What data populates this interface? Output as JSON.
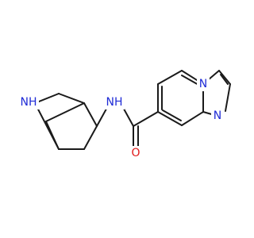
{
  "molecule": {
    "atoms": {
      "N_bicyclic": {
        "text": "NH",
        "color": "#1f2bd6"
      },
      "N_amide": {
        "text": "NH",
        "color": "#1f2bd6"
      },
      "O_carbonyl": {
        "text": "O",
        "color": "#e01818"
      },
      "N_bridgehead": {
        "text": "N",
        "color": "#1f2bd6"
      },
      "N_imidazole": {
        "text": "N",
        "color": "#1f2bd6"
      }
    },
    "bond_color": "#1a1a1a"
  }
}
